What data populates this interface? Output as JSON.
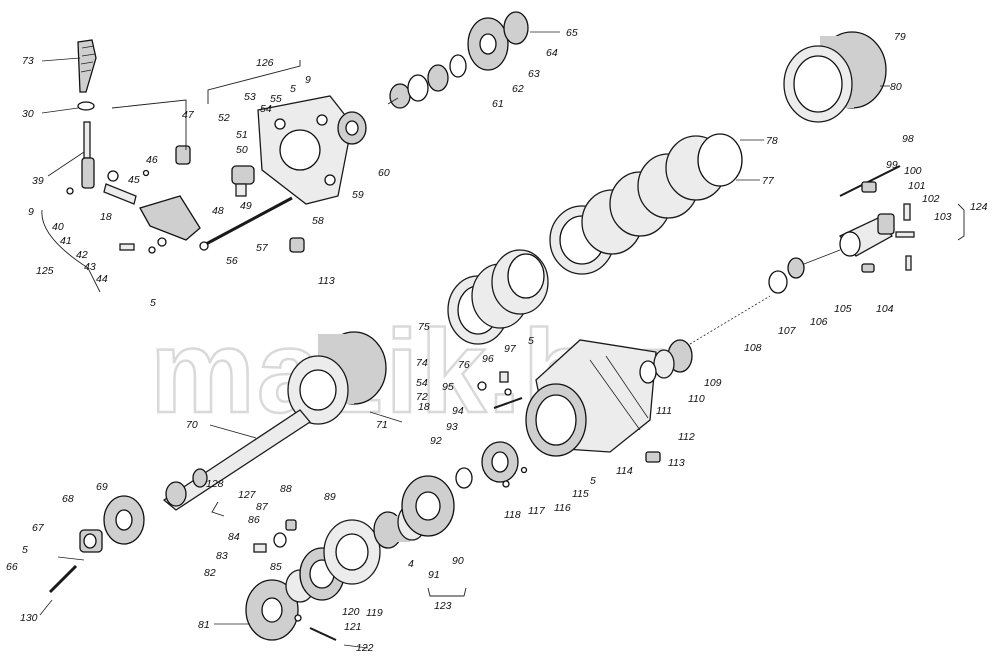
{
  "watermark": "mazik.by",
  "callouts": [
    {
      "id": "c73",
      "text": "73"
    },
    {
      "id": "c30",
      "text": "30"
    },
    {
      "id": "c39",
      "text": "39"
    },
    {
      "id": "c9a",
      "text": "9"
    },
    {
      "id": "c40",
      "text": "40"
    },
    {
      "id": "c45",
      "text": "45"
    },
    {
      "id": "c46",
      "text": "46"
    },
    {
      "id": "c47",
      "text": "47"
    },
    {
      "id": "c18a",
      "text": "18"
    },
    {
      "id": "c41",
      "text": "41"
    },
    {
      "id": "c42",
      "text": "42"
    },
    {
      "id": "c43",
      "text": "43"
    },
    {
      "id": "c44",
      "text": "44"
    },
    {
      "id": "c125",
      "text": "125"
    },
    {
      "id": "c5a",
      "text": "5"
    },
    {
      "id": "c126",
      "text": "126"
    },
    {
      "id": "c52",
      "text": "52"
    },
    {
      "id": "c53",
      "text": "53"
    },
    {
      "id": "c54a",
      "text": "54"
    },
    {
      "id": "c55",
      "text": "55"
    },
    {
      "id": "c5b",
      "text": "5"
    },
    {
      "id": "c9b",
      "text": "9"
    },
    {
      "id": "c51",
      "text": "51"
    },
    {
      "id": "c50",
      "text": "50"
    },
    {
      "id": "c60",
      "text": "60"
    },
    {
      "id": "c59",
      "text": "59"
    },
    {
      "id": "c48",
      "text": "48"
    },
    {
      "id": "c49",
      "text": "49"
    },
    {
      "id": "c58",
      "text": "58"
    },
    {
      "id": "c57",
      "text": "57"
    },
    {
      "id": "c56",
      "text": "56"
    },
    {
      "id": "c113a",
      "text": "113"
    },
    {
      "id": "c65",
      "text": "65"
    },
    {
      "id": "c64",
      "text": "64"
    },
    {
      "id": "c63",
      "text": "63"
    },
    {
      "id": "c62",
      "text": "62"
    },
    {
      "id": "c61",
      "text": "61"
    },
    {
      "id": "c79",
      "text": "79"
    },
    {
      "id": "c80",
      "text": "80"
    },
    {
      "id": "c78",
      "text": "78"
    },
    {
      "id": "c77",
      "text": "77"
    },
    {
      "id": "c98",
      "text": "98"
    },
    {
      "id": "c99",
      "text": "99"
    },
    {
      "id": "c100",
      "text": "100"
    },
    {
      "id": "c101",
      "text": "101"
    },
    {
      "id": "c102",
      "text": "102"
    },
    {
      "id": "c124",
      "text": "124"
    },
    {
      "id": "c103",
      "text": "103"
    },
    {
      "id": "c104",
      "text": "104"
    },
    {
      "id": "c105",
      "text": "105"
    },
    {
      "id": "c106",
      "text": "106"
    },
    {
      "id": "c107",
      "text": "107"
    },
    {
      "id": "c108",
      "text": "108"
    },
    {
      "id": "c109",
      "text": "109"
    },
    {
      "id": "c110",
      "text": "110"
    },
    {
      "id": "c111",
      "text": "111"
    },
    {
      "id": "c112",
      "text": "112"
    },
    {
      "id": "c75",
      "text": "75"
    },
    {
      "id": "c76",
      "text": "76"
    },
    {
      "id": "c96",
      "text": "96"
    },
    {
      "id": "c97",
      "text": "97"
    },
    {
      "id": "c5c",
      "text": "5"
    },
    {
      "id": "c74",
      "text": "74"
    },
    {
      "id": "c54b",
      "text": "54"
    },
    {
      "id": "c72",
      "text": "72"
    },
    {
      "id": "c71",
      "text": "71"
    },
    {
      "id": "c95",
      "text": "95"
    },
    {
      "id": "c18b",
      "text": "18"
    },
    {
      "id": "c94",
      "text": "94"
    },
    {
      "id": "c70",
      "text": "70"
    },
    {
      "id": "c93",
      "text": "93"
    },
    {
      "id": "c92",
      "text": "92"
    },
    {
      "id": "c114",
      "text": "114"
    },
    {
      "id": "c113b",
      "text": "113"
    },
    {
      "id": "c5d",
      "text": "5"
    },
    {
      "id": "c115",
      "text": "115"
    },
    {
      "id": "c116",
      "text": "116"
    },
    {
      "id": "c117",
      "text": "117"
    },
    {
      "id": "c118",
      "text": "118"
    },
    {
      "id": "c69",
      "text": "69"
    },
    {
      "id": "c128",
      "text": "128"
    },
    {
      "id": "c68",
      "text": "68"
    },
    {
      "id": "c127",
      "text": "127"
    },
    {
      "id": "c88",
      "text": "88"
    },
    {
      "id": "c89",
      "text": "89"
    },
    {
      "id": "c87",
      "text": "87"
    },
    {
      "id": "c86",
      "text": "86"
    },
    {
      "id": "c84",
      "text": "84"
    },
    {
      "id": "c67",
      "text": "67"
    },
    {
      "id": "c85",
      "text": "85"
    },
    {
      "id": "c90",
      "text": "90"
    },
    {
      "id": "c5e",
      "text": "5"
    },
    {
      "id": "c83",
      "text": "83"
    },
    {
      "id": "c66",
      "text": "66"
    },
    {
      "id": "c82",
      "text": "82"
    },
    {
      "id": "c4",
      "text": "4"
    },
    {
      "id": "c91",
      "text": "91"
    },
    {
      "id": "c123",
      "text": "123"
    },
    {
      "id": "c119",
      "text": "119"
    },
    {
      "id": "c130",
      "text": "130"
    },
    {
      "id": "c120",
      "text": "120"
    },
    {
      "id": "c81",
      "text": "81"
    },
    {
      "id": "c121",
      "text": "121"
    },
    {
      "id": "c122",
      "text": "122"
    }
  ]
}
